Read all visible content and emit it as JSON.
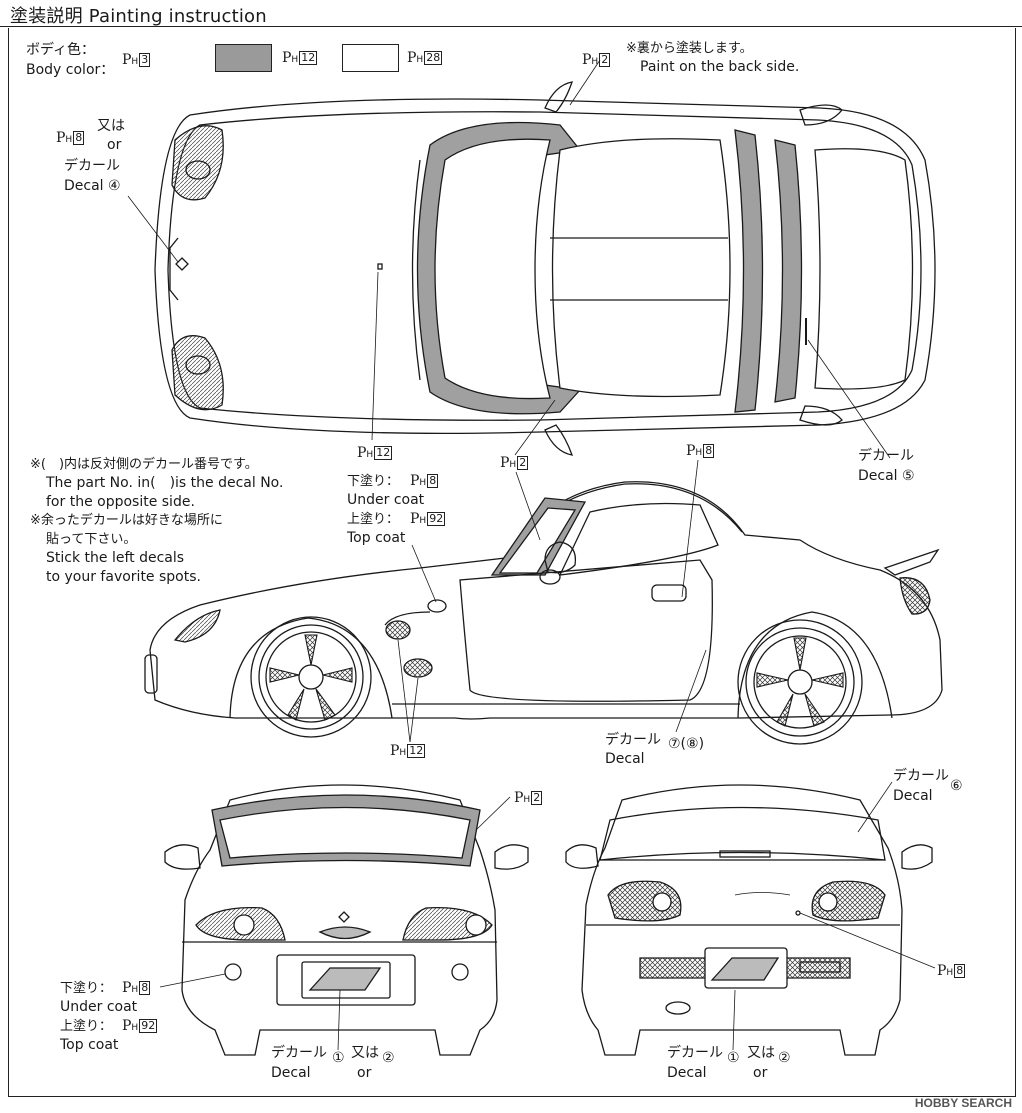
{
  "header": {
    "title": "塗装説明 Painting instruction"
  },
  "body_color": {
    "label_jp": "ボディ色：",
    "label_en": "Body color：",
    "codes": [
      "3",
      "12",
      "28"
    ],
    "swatch_colors": [
      "#9a9a9a",
      "#ffffff"
    ]
  },
  "back_side": {
    "code": "2",
    "note_jp": "※裏から塗装します。",
    "note_en": "Paint on the back side."
  },
  "front_lamp": {
    "code": "8",
    "or_jp": "又は",
    "or_en": "or",
    "decal_jp": "デカール",
    "decal_en": "Decal",
    "decal_no": "④"
  },
  "top_center_code": "12",
  "decal5": {
    "decal_jp": "デカール",
    "decal_en": "Decal",
    "decal_no": "⑤"
  },
  "notes": {
    "line1": "※(　)内は反対側のデカール番号です。",
    "line2": "The part No. in(　)is the decal No.",
    "line3": "for the opposite side.",
    "line4": "※余ったデカールは好きな場所に",
    "line5": "貼って下さい。",
    "line6": "Stick the left decals",
    "line7": "to your favorite spots."
  },
  "side": {
    "under_jp": "下塗り：",
    "under_en": "Under coat",
    "under_code": "8",
    "top_jp": "上塗り：",
    "top_en": "Top coat",
    "top_code": "92",
    "pillar_code": "2",
    "handle_code": "8",
    "vent_code": "12",
    "decal_jp": "デカール",
    "decal_en": "Decal",
    "decal_no": "⑦(⑧)"
  },
  "front": {
    "pillar_code": "2",
    "under_jp": "下塗り：",
    "under_en": "Under coat",
    "under_code": "8",
    "top_jp": "上塗り：",
    "top_en": "Top coat",
    "top_code": "92",
    "decal_jp": "デカール",
    "decal_en": "Decal",
    "decal_a": "①",
    "or_jp": "又は",
    "or_en": "or",
    "decal_b": "②"
  },
  "rear": {
    "decal_jp": "デカール",
    "decal_en": "Decal",
    "decal6": "⑥",
    "lamp_code": "8",
    "decal_a": "①",
    "or_jp": "又は",
    "or_en": "or",
    "decal_b": "②"
  },
  "watermark": "HOBBY SEARCH"
}
